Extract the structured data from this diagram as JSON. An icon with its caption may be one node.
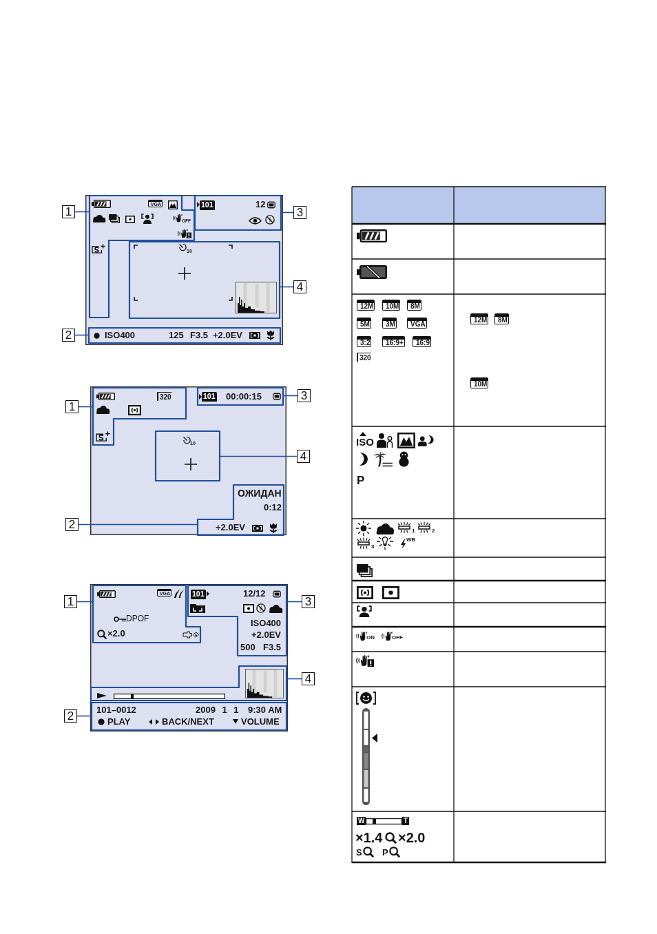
{
  "diagram": {
    "nodes": [
      {
        "text": [],
        "shape": "box"
      },
      {
        "text": [
          "1"
        ]
      },
      {
        "text": [
          "VGA",
          "OFF"
        ],
        "in": 0
      },
      {
        "text": [
          "101",
          "12"
        ],
        "in": 0
      },
      {
        "text": [
          "3"
        ]
      },
      {
        "text": [
          "10"
        ],
        "in": 0
      },
      {
        "text": [
          "4"
        ]
      },
      {
        "text": [
          "2"
        ]
      },
      {
        "text": [
          "ISO400",
          "125",
          "F3.5",
          "+2.0EV"
        ],
        "in": 0
      },
      {
        "text": [],
        "shape": "box"
      },
      {
        "text": [
          "1"
        ]
      },
      {
        "text": [
          "320"
        ],
        "in": 9
      },
      {
        "text": [
          "101",
          "00:00:15"
        ],
        "in": 9
      },
      {
        "text": [
          "3"
        ]
      },
      {
        "text": [
          "10"
        ],
        "in": 9
      },
      {
        "text": [
          "4"
        ]
      },
      {
        "text": [
          "ОЖИДАН",
          "0:12",
          "+2.0EV"
        ],
        "in": 9
      },
      {
        "text": [
          "2"
        ]
      },
      {
        "text": [],
        "shape": "box"
      },
      {
        "text": [
          "1"
        ]
      },
      {
        "text": [
          "VGA",
          "DPOF",
          "×2.0"
        ],
        "in": 18
      },
      {
        "text": [
          "101",
          "12/12",
          "ISO400",
          "+2.0EV",
          "500",
          "F3.5"
        ],
        "in": 18
      },
      {
        "text": [
          "3"
        ]
      },
      {
        "text": [],
        "shape": "box",
        "in": 18
      },
      {
        "text": [
          "4"
        ]
      },
      {
        "text": [
          "2"
        ]
      },
      {
        "text": [
          "101–0012",
          "2009 1 1",
          "9:30 AM",
          "PLAY",
          "BACK/NEXT",
          "VOLUME"
        ],
        "in": 18
      }
    ],
    "edges": [
      {
        "from": 1,
        "to": 2,
        "arrow": "none"
      },
      {
        "from": 4,
        "to": 3,
        "arrow": "none"
      },
      {
        "from": 6,
        "to": 5,
        "arrow": "none"
      },
      {
        "from": 7,
        "to": 8,
        "arrow": "none"
      },
      {
        "from": 10,
        "to": 11,
        "arrow": "none"
      },
      {
        "from": 13,
        "to": 12,
        "arrow": "none"
      },
      {
        "from": 15,
        "to": 14,
        "arrow": "none"
      },
      {
        "from": 17,
        "to": 16,
        "arrow": "none"
      },
      {
        "from": 19,
        "to": 20,
        "arrow": "none"
      },
      {
        "from": 22,
        "to": 21,
        "arrow": "none"
      },
      {
        "from": 24,
        "to": 23,
        "arrow": "none"
      },
      {
        "from": 25,
        "to": 26,
        "arrow": "none"
      }
    ],
    "labels": [
      "12M",
      "10M",
      "8M",
      "5M",
      "3M",
      "VGA",
      "3:2",
      "16:9+",
      "16:9",
      "320",
      "12M",
      "8M",
      "10M",
      "ISO",
      "P",
      "1",
      "2",
      "3",
      "WB",
      "ON",
      "OFF",
      "W",
      "T",
      "×1.4",
      "×2.0",
      "S",
      "P"
    ]
  }
}
